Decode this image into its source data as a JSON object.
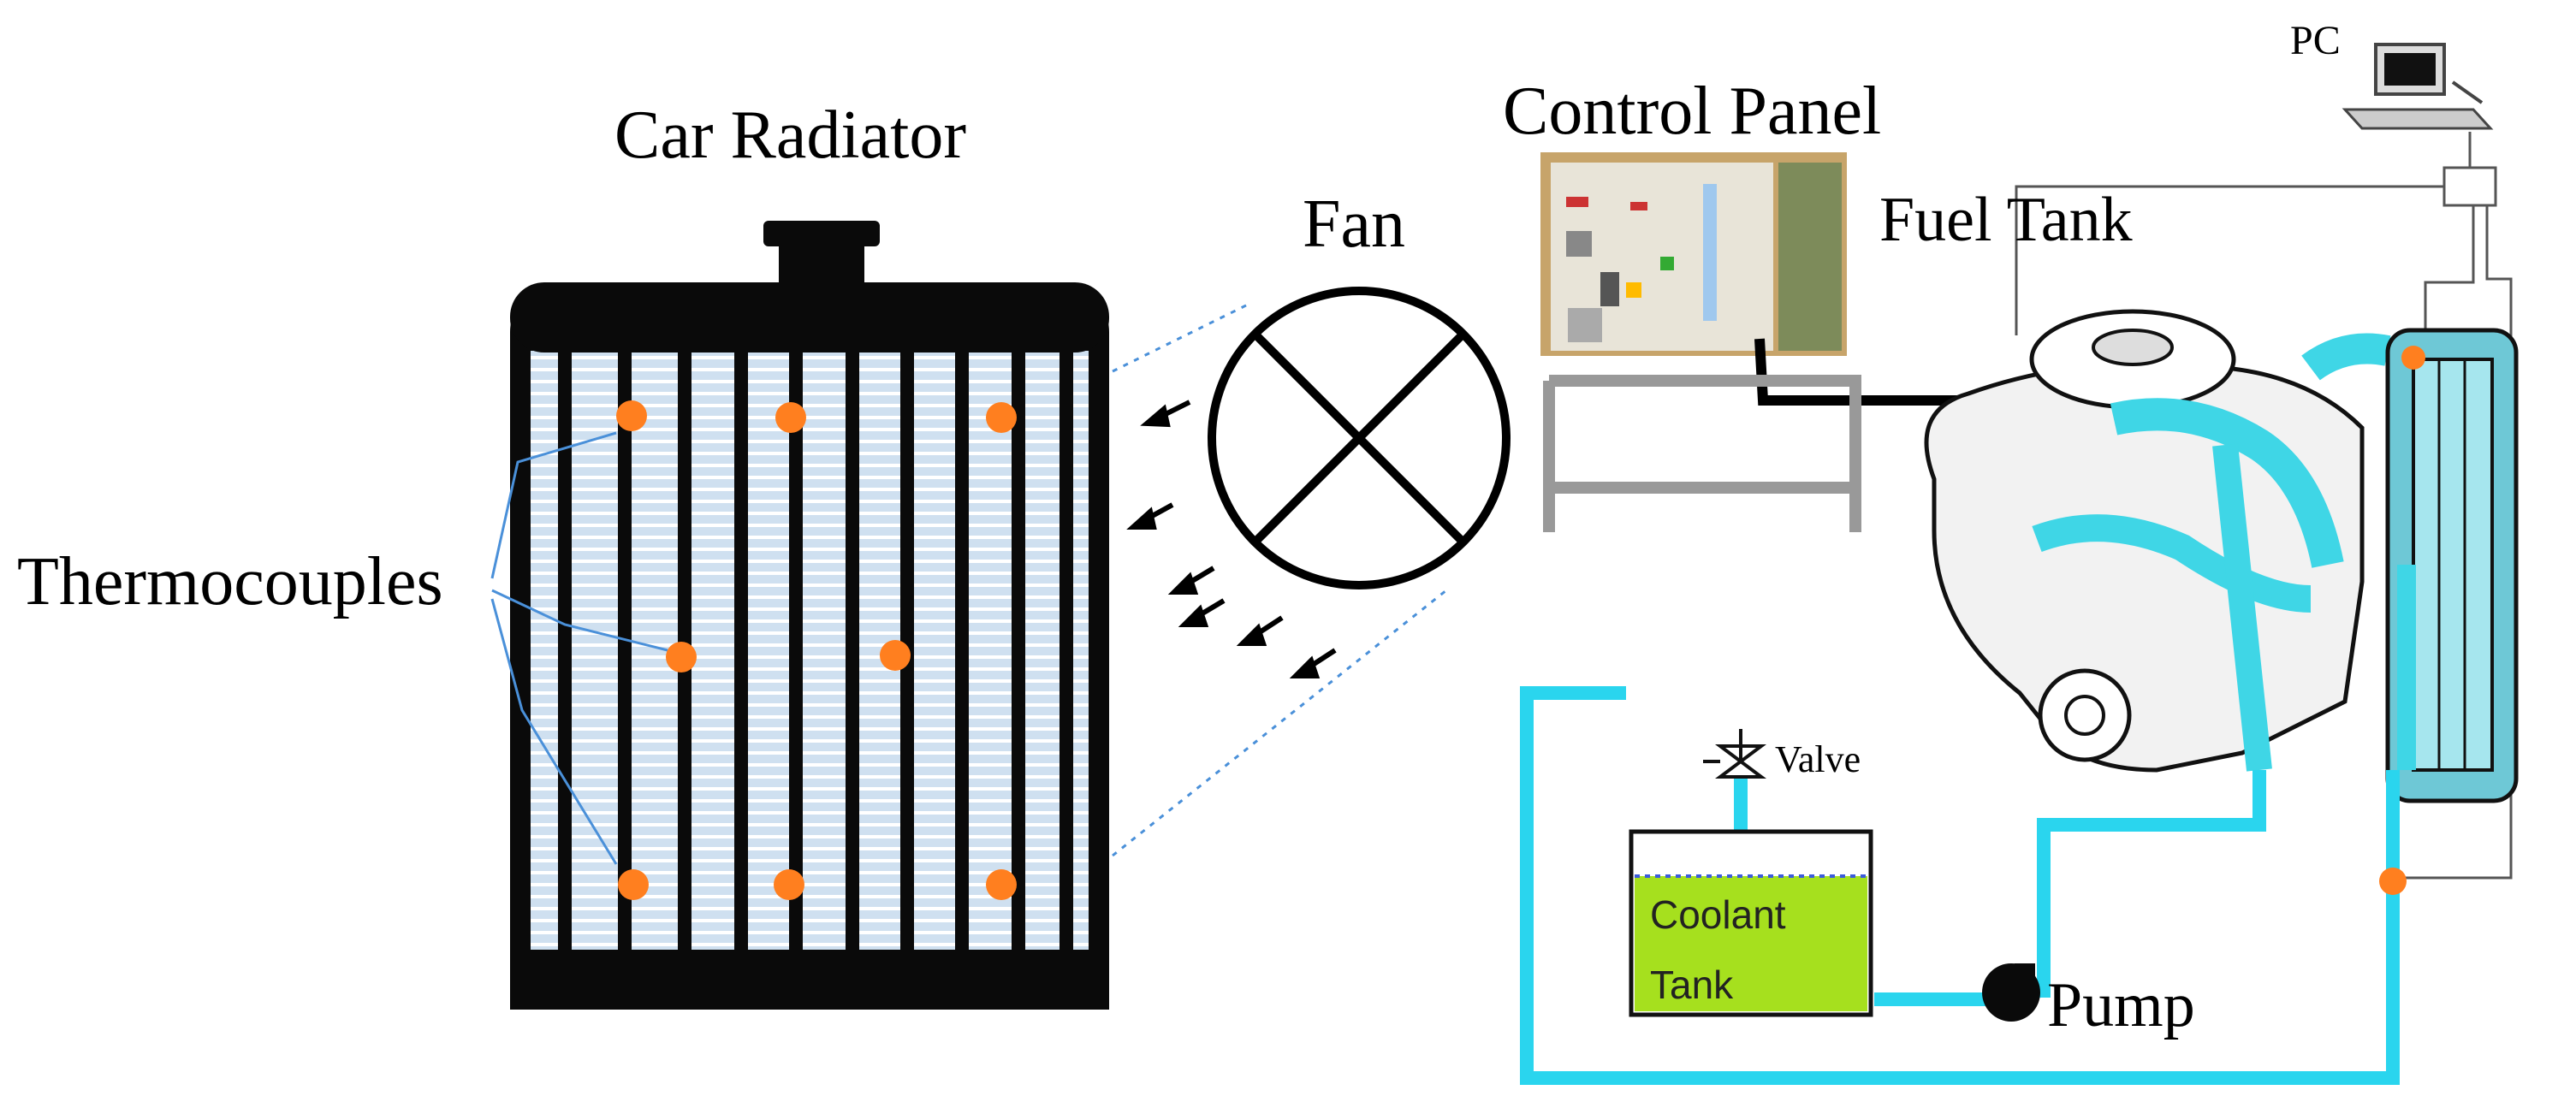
{
  "labels": {
    "car_radiator": "Car Radiator",
    "fan": "Fan",
    "control_panel": "Control Panel",
    "fuel_tank": "Fuel Tank",
    "pc": "PC",
    "thermocouples": "Thermocouples",
    "valve": "Valve",
    "coolant_tank_line1": "Coolant",
    "coolant_tank_line2": "Tank",
    "pump": "Pump"
  },
  "colors": {
    "radiator_body": "#0a0a0a",
    "radiator_fins": "#cfe0f0",
    "thermocouple": "#ff7f1f",
    "coolant_pipe": "#2ad5ee",
    "coolant_fill": "#a6e01e",
    "air_flow": "#4a90d9",
    "signal_wire": "#555555",
    "panel_board": "#e8e4d8",
    "panel_frame": "#c7a46a",
    "engine_coolant_passages": "#3fd6e6"
  },
  "icons": {
    "pc": "desktop-computer-icon",
    "valve": "valve-icon",
    "pump": "pump-icon",
    "fan": "fan-icon"
  }
}
